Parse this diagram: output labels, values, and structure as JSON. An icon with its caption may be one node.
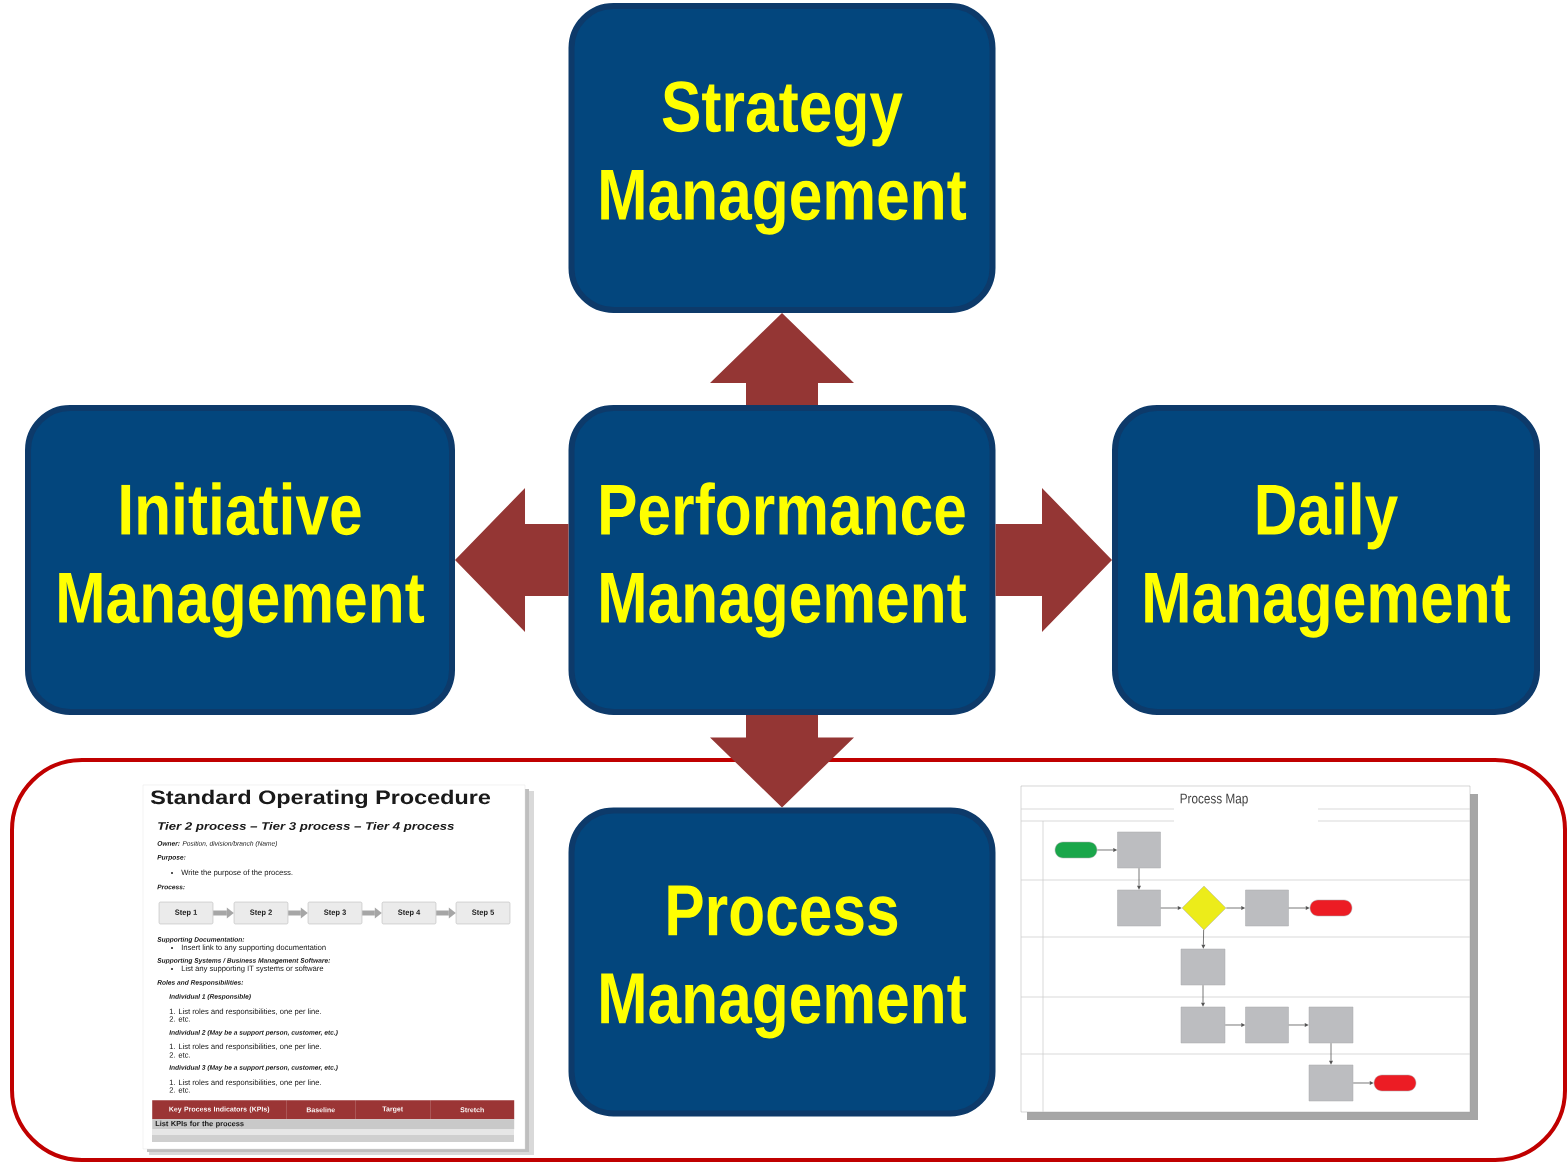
{
  "diagram": {
    "nodes": [
      {
        "text": [
          "Strategy Management"
        ]
      },
      {
        "text": [
          "Initiative Management"
        ]
      },
      {
        "text": [
          "Performance Management"
        ]
      },
      {
        "text": [
          "Daily Management"
        ]
      },
      {
        "text": [],
        "shape": "box"
      },
      {
        "text": [
          "Standard Operating Procedure",
          "Tier 2 process – Tier 3 process – Tier 4 process",
          "**Owner:** Position, division/branch (Name)",
          "Purpose:",
          "Write the purpose of the process.",
          "Process:",
          "Supporting Documentation:",
          "Insert link to any supporting documentation",
          "Supporting Systems / Business Management Software:",
          "List any supporting IT systems or software",
          "Roles and Responsibilities:",
          "Individual 1 (Responsible)",
          "1. List roles and responsibilities, one per line.",
          "2. etc.",
          "Individual 2 (May be a support person, customer, etc.)",
          "1. List roles and responsibilities, one per line.",
          "2. etc.",
          "Individual 3 (May be a support person, customer, etc.)",
          "1. List roles and responsibilities, one per line.",
          "2. etc.",
          "Key Process Indicators (KPIs)",
          "Baseline",
          "Target",
          "Stretch",
          "List KPIs for the process"
        ],
        "in": 4
      },
      {
        "text": [
          "Step 1"
        ],
        "in": 5
      },
      {
        "text": [
          "Step 2"
        ],
        "in": 5
      },
      {
        "text": [
          "Step 3"
        ],
        "in": 5
      },
      {
        "text": [
          "Step 4"
        ],
        "in": 5
      },
      {
        "text": [
          "Step 5"
        ],
        "in": 5
      },
      {
        "text": [
          "Process Management"
        ],
        "in": 4
      },
      {
        "text": [
          "Process Map"
        ],
        "in": 4
      },
      {
        "text": [],
        "shape": "pill",
        "in": 12
      },
      {
        "text": [],
        "shape": "box",
        "in": 12
      },
      {
        "text": [],
        "shape": "box",
        "in": 12
      },
      {
        "text": [],
        "shape": "diamond",
        "in": 12
      },
      {
        "text": [],
        "shape": "box",
        "in": 12
      },
      {
        "text": [],
        "shape": "pill",
        "in": 12
      },
      {
        "text": [],
        "shape": "box",
        "in": 12
      },
      {
        "text": [],
        "shape": "box",
        "in": 12
      },
      {
        "text": [],
        "shape": "box",
        "in": 12
      },
      {
        "text": [],
        "shape": "box",
        "in": 12
      },
      {
        "text": [],
        "shape": "box",
        "in": 12
      },
      {
        "text": [],
        "shape": "pill",
        "in": 12
      }
    ],
    "edges": [
      {
        "from": 2,
        "to": 0,
        "arrow": "to",
        "style": "thick",
        "color": "#943634"
      },
      {
        "from": 2,
        "to": 1,
        "arrow": "to",
        "style": "thick",
        "color": "#943634"
      },
      {
        "from": 2,
        "to": 3,
        "arrow": "to",
        "style": "thick",
        "color": "#943634"
      },
      {
        "from": 2,
        "to": 11,
        "arrow": "to",
        "style": "thick",
        "color": "#943634"
      },
      {
        "from": 6,
        "to": 7,
        "arrow": "to",
        "style": "thick",
        "color": "#a6a6a6"
      },
      {
        "from": 7,
        "to": 8,
        "arrow": "to",
        "style": "thick",
        "color": "#a6a6a6"
      },
      {
        "from": 8,
        "to": 9,
        "arrow": "to",
        "style": "thick",
        "color": "#a6a6a6"
      },
      {
        "from": 9,
        "to": 10,
        "arrow": "to",
        "style": "thick",
        "color": "#a6a6a6"
      },
      {
        "from": 13,
        "to": 14,
        "arrow": "to"
      },
      {
        "from": 14,
        "to": 15,
        "arrow": "to"
      },
      {
        "from": 15,
        "to": 16,
        "arrow": "to"
      },
      {
        "from": 16,
        "to": 17,
        "arrow": "to"
      },
      {
        "from": 17,
        "to": 18,
        "arrow": "to"
      },
      {
        "from": 16,
        "to": 19,
        "arrow": "to"
      },
      {
        "from": 19,
        "to": 20,
        "arrow": "to"
      },
      {
        "from": 20,
        "to": 21,
        "arrow": "to"
      },
      {
        "from": 21,
        "to": 22,
        "arrow": "to"
      },
      {
        "from": 22,
        "to": 23,
        "arrow": "to"
      },
      {
        "from": 23,
        "to": 24,
        "arrow": "to"
      }
    ]
  }
}
